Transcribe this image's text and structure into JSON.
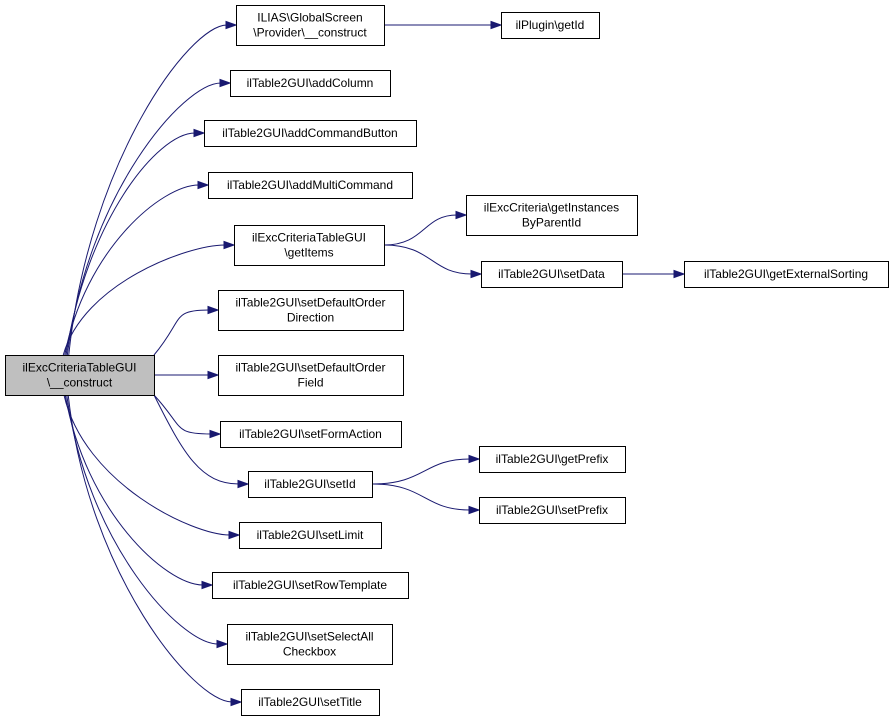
{
  "diagram": {
    "colors": {
      "edge": "#191970",
      "root_fill": "#bfbfbf",
      "node_fill": "#ffffff",
      "node_border": "#000000"
    },
    "nodes": {
      "root": {
        "lines": [
          "ilExcCriteriaTableGUI",
          "\\__construct"
        ],
        "highlight": true
      },
      "globalscreen_construct": {
        "lines": [
          "ILIAS\\GlobalScreen",
          "\\Provider\\__construct"
        ]
      },
      "plugin_getid": {
        "lines": [
          "ilPlugin\\getId"
        ]
      },
      "add_column": {
        "lines": [
          "ilTable2GUI\\addColumn"
        ]
      },
      "add_command_button": {
        "lines": [
          "ilTable2GUI\\addCommandButton"
        ]
      },
      "add_multi_command": {
        "lines": [
          "ilTable2GUI\\addMultiCommand"
        ]
      },
      "get_items": {
        "lines": [
          "ilExcCriteriaTableGUI",
          "\\getItems"
        ]
      },
      "get_instances": {
        "lines": [
          "ilExcCriteria\\getInstances",
          "ByParentId"
        ]
      },
      "set_data": {
        "lines": [
          "ilTable2GUI\\setData"
        ]
      },
      "get_external_sorting": {
        "lines": [
          "ilTable2GUI\\getExternalSorting"
        ]
      },
      "set_default_order_direction": {
        "lines": [
          "ilTable2GUI\\setDefaultOrder",
          "Direction"
        ]
      },
      "set_default_order_field": {
        "lines": [
          "ilTable2GUI\\setDefaultOrder",
          "Field"
        ]
      },
      "set_form_action": {
        "lines": [
          "ilTable2GUI\\setFormAction"
        ]
      },
      "set_id": {
        "lines": [
          "ilTable2GUI\\setId"
        ]
      },
      "get_prefix": {
        "lines": [
          "ilTable2GUI\\getPrefix"
        ]
      },
      "set_prefix": {
        "lines": [
          "ilTable2GUI\\setPrefix"
        ]
      },
      "set_limit": {
        "lines": [
          "ilTable2GUI\\setLimit"
        ]
      },
      "set_row_template": {
        "lines": [
          "ilTable2GUI\\setRowTemplate"
        ]
      },
      "set_select_all": {
        "lines": [
          "ilTable2GUI\\setSelectAll",
          "Checkbox"
        ]
      },
      "set_title": {
        "lines": [
          "ilTable2GUI\\setTitle"
        ]
      }
    },
    "edges": [
      [
        "root",
        "globalscreen_construct"
      ],
      [
        "root",
        "add_column"
      ],
      [
        "root",
        "add_command_button"
      ],
      [
        "root",
        "add_multi_command"
      ],
      [
        "root",
        "get_items"
      ],
      [
        "root",
        "set_default_order_direction"
      ],
      [
        "root",
        "set_default_order_field"
      ],
      [
        "root",
        "set_form_action"
      ],
      [
        "root",
        "set_id"
      ],
      [
        "root",
        "set_limit"
      ],
      [
        "root",
        "set_row_template"
      ],
      [
        "root",
        "set_select_all"
      ],
      [
        "root",
        "set_title"
      ],
      [
        "globalscreen_construct",
        "plugin_getid"
      ],
      [
        "get_items",
        "get_instances"
      ],
      [
        "get_items",
        "set_data"
      ],
      [
        "set_data",
        "get_external_sorting"
      ],
      [
        "set_id",
        "get_prefix"
      ],
      [
        "set_id",
        "set_prefix"
      ]
    ]
  }
}
